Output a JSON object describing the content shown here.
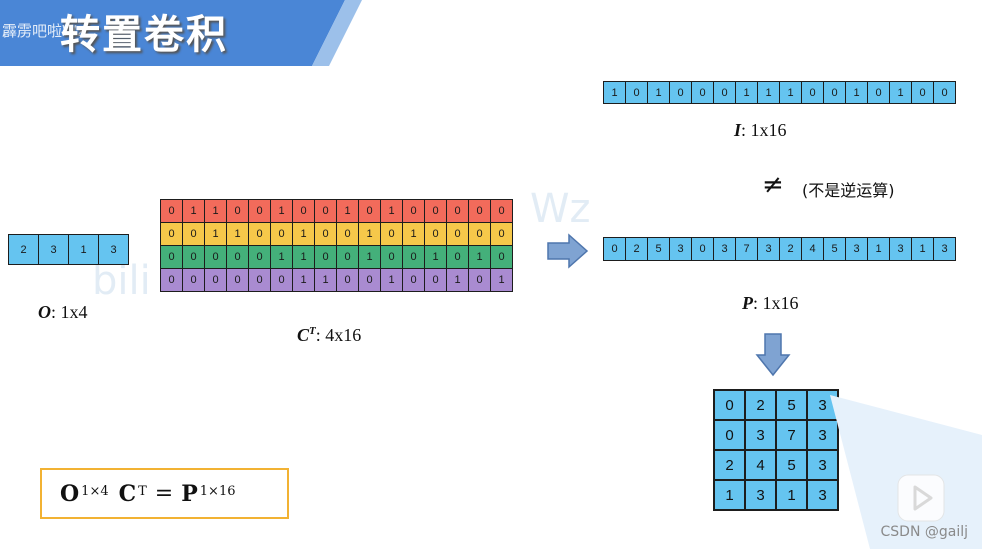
{
  "slide": {
    "title": "转置卷积",
    "channel_overlay": "霹雳吧啦Wz",
    "watermark_left": "bili",
    "watermark_mid": "Wz"
  },
  "colors": {
    "banner": "#4a86d6",
    "cell_blue": "#65c4f0",
    "row_red": "#f26b5b",
    "row_yellow": "#f6c84a",
    "row_green": "#44b07a",
    "row_purple": "#a98bd1",
    "formula_border": "#f2b233",
    "arrow_fill": "#7fa3d2"
  },
  "vector_O": [
    "2",
    "3",
    "1",
    "3"
  ],
  "label_O": {
    "sym": "O",
    "rest": ": 1x4"
  },
  "matrix_CT": [
    [
      "0",
      "1",
      "1",
      "0",
      "0",
      "1",
      "0",
      "0",
      "1",
      "0",
      "1",
      "0",
      "0",
      "0",
      "0",
      "0"
    ],
    [
      "0",
      "0",
      "1",
      "1",
      "0",
      "0",
      "1",
      "0",
      "0",
      "1",
      "0",
      "1",
      "0",
      "0",
      "0",
      "0"
    ],
    [
      "0",
      "0",
      "0",
      "0",
      "0",
      "1",
      "1",
      "0",
      "0",
      "1",
      "0",
      "0",
      "1",
      "0",
      "1",
      "0"
    ],
    [
      "0",
      "0",
      "0",
      "0",
      "0",
      "0",
      "1",
      "1",
      "0",
      "0",
      "1",
      "0",
      "0",
      "1",
      "0",
      "1"
    ]
  ],
  "label_CT": {
    "sym": "C",
    "sup": "T",
    "rest": ": 4x16"
  },
  "vector_I": [
    "1",
    "0",
    "1",
    "0",
    "0",
    "0",
    "1",
    "1",
    "1",
    "0",
    "0",
    "1",
    "0",
    "1",
    "0",
    "0"
  ],
  "label_I": {
    "sym": "I",
    "rest": ": 1x16"
  },
  "neq_symbol": "≠",
  "neq_note": "(不是逆运算)",
  "vector_P": [
    "0",
    "2",
    "5",
    "3",
    "0",
    "3",
    "7",
    "3",
    "2",
    "4",
    "5",
    "3",
    "1",
    "3",
    "1",
    "3"
  ],
  "label_P": {
    "sym": "P",
    "rest": ": 1x16"
  },
  "grid_P": [
    [
      "0",
      "2",
      "5",
      "3"
    ],
    [
      "0",
      "3",
      "7",
      "3"
    ],
    [
      "2",
      "4",
      "5",
      "3"
    ],
    [
      "1",
      "3",
      "1",
      "3"
    ]
  ],
  "formula": {
    "o": "O",
    "o_sup": "1×4",
    "c": "C",
    "c_sup": "T",
    "eq": "=",
    "p": "P",
    "p_sup": "1×16"
  },
  "footer": "CSDN @gailj",
  "icons": {
    "arrow_right": "arrow-right-icon",
    "arrow_down": "arrow-down-icon",
    "play": "play-icon"
  }
}
